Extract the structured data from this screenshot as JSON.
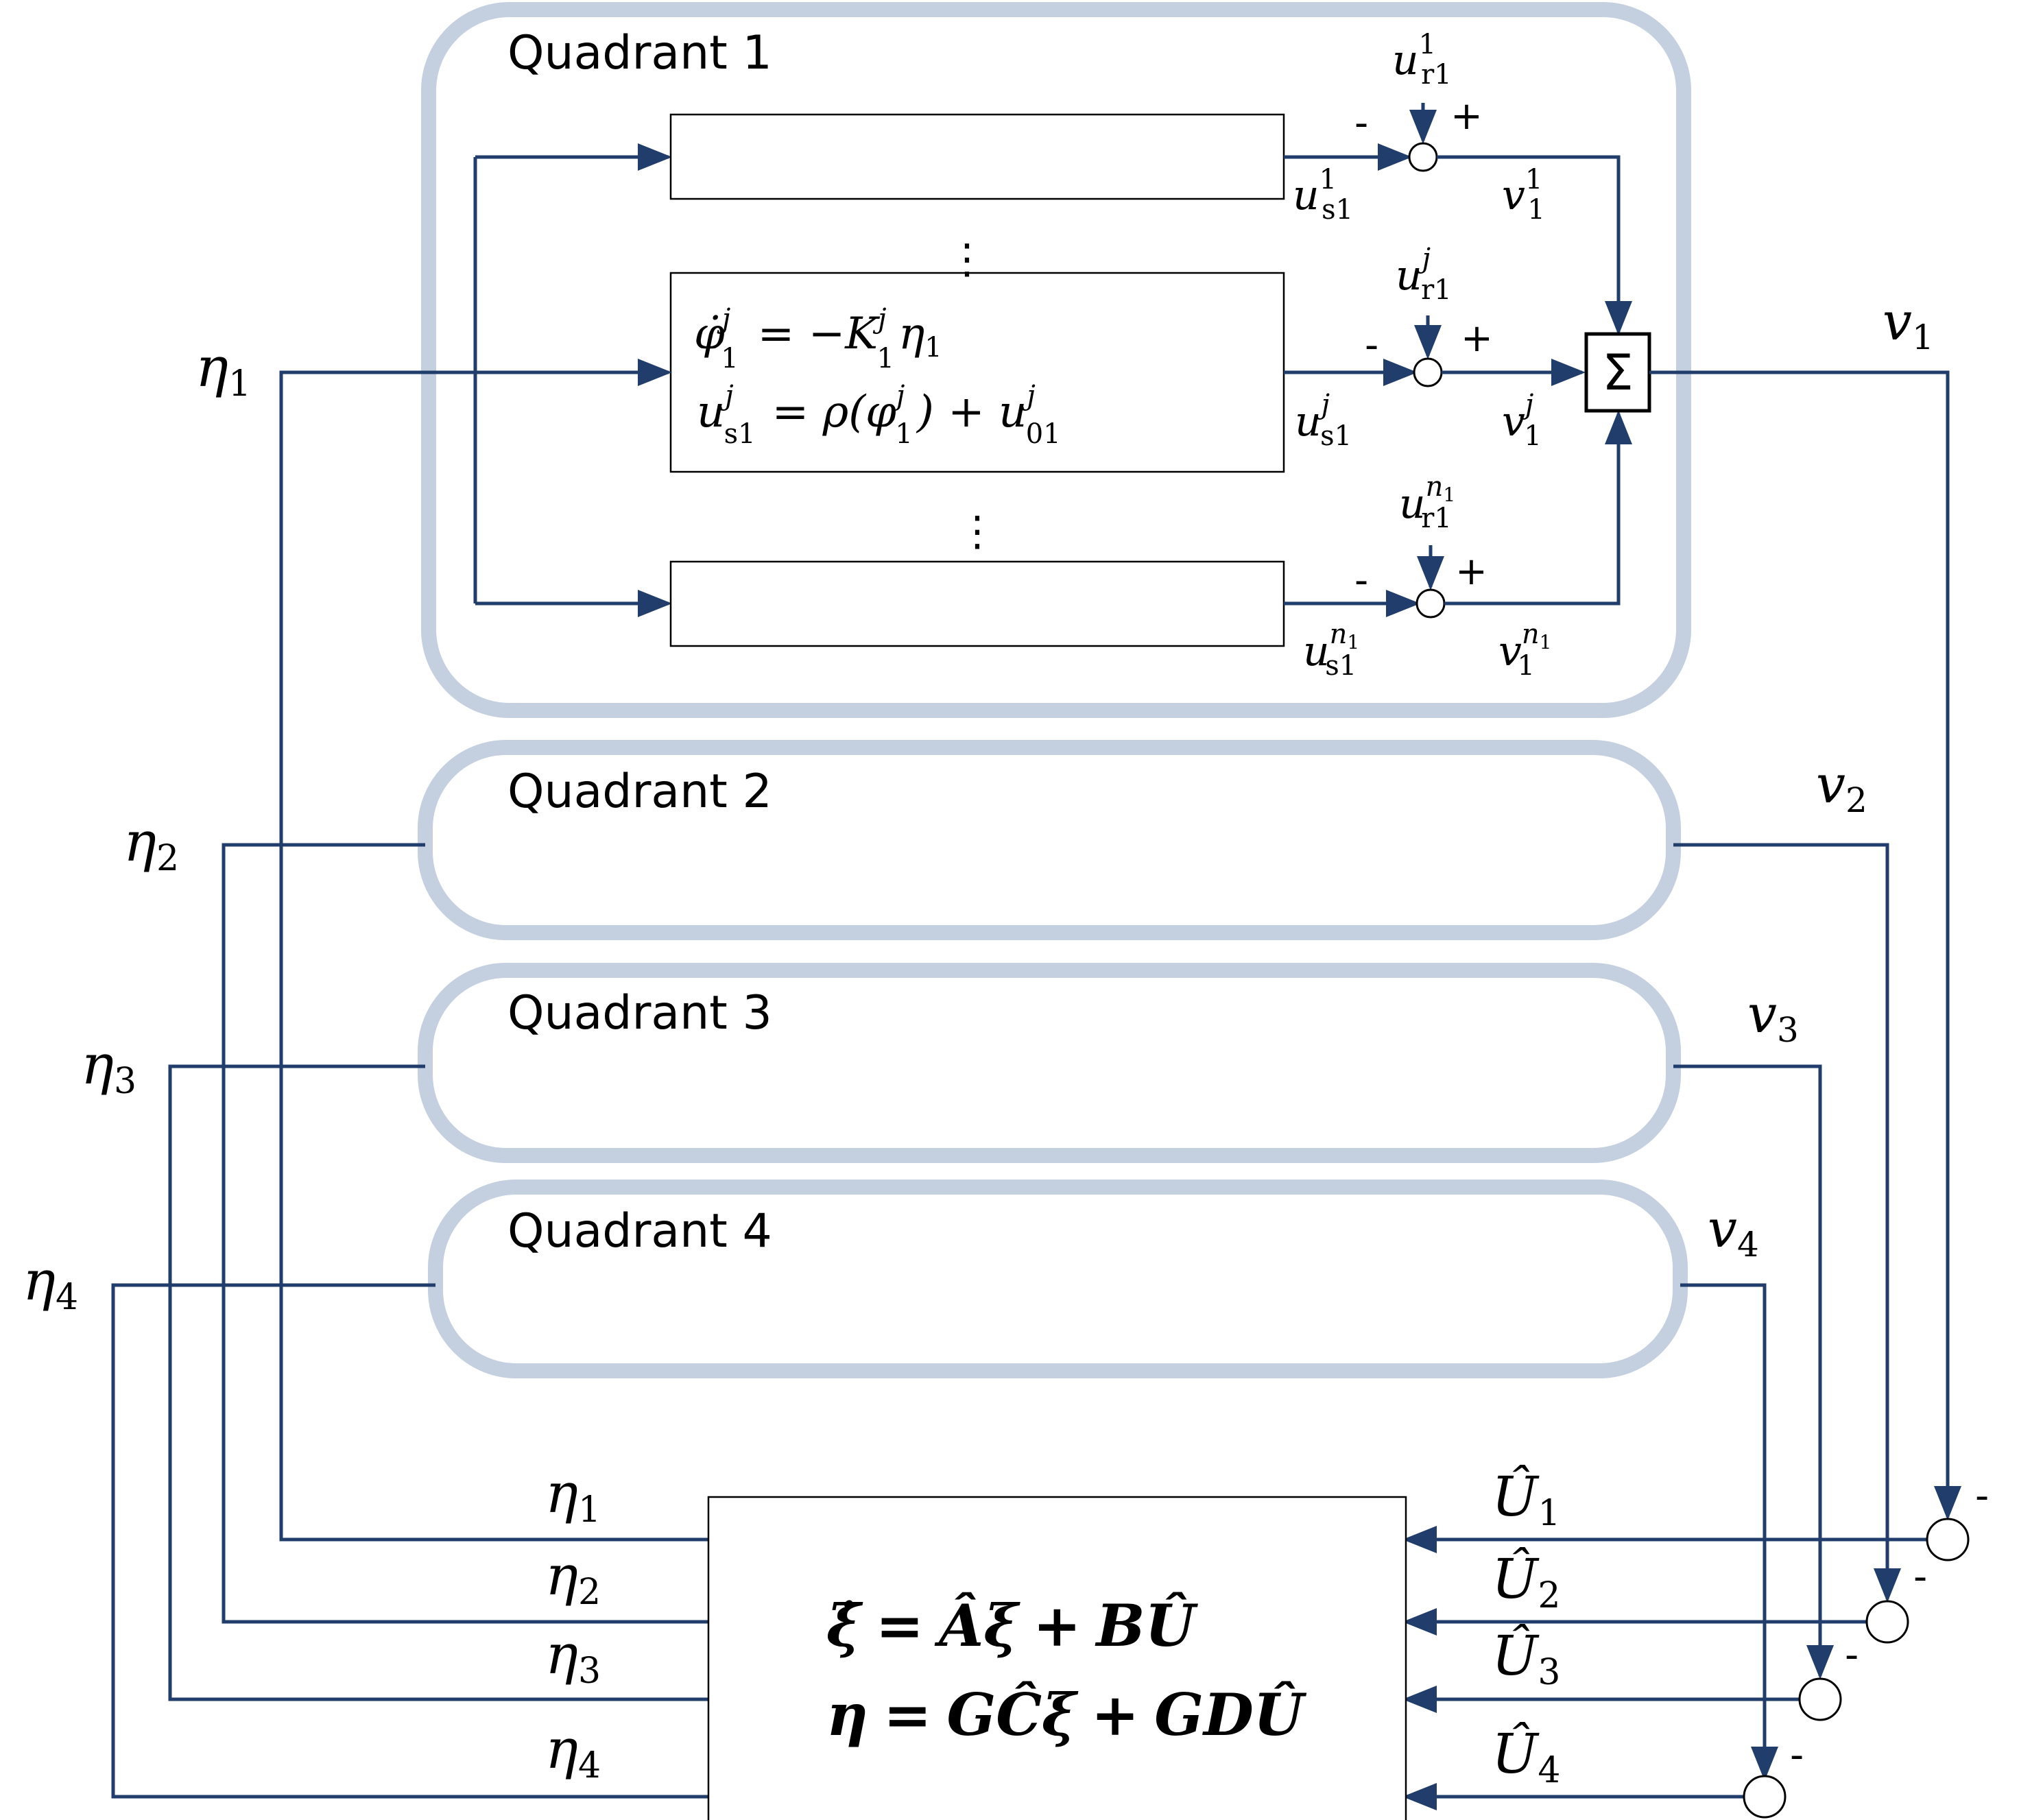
{
  "quadrants": [
    "Quadrant 1",
    "Quadrant 2",
    "Quadrant 3",
    "Quadrant 4"
  ],
  "q1": {
    "dots": "⋮",
    "eq1": {
      "lhs_base": "φ̇",
      "lhs_sub": "1",
      "lhs_sup": "j",
      "rel": "= −K",
      "k_sub": "1",
      "k_sup": "j",
      "tail_base": "η",
      "tail_sub": "1"
    },
    "eq2": {
      "lhs_base": "u",
      "lhs_sub": "s1",
      "lhs_sup": "j",
      "rel": "= ρ(φ",
      "phi_sub": "1",
      "phi_sup": "j",
      "mid": ") + u",
      "u0_sub": "01",
      "u0_sup": "j"
    },
    "sum_symbol": "Σ",
    "minus": "-",
    "plus": "+",
    "sym_u": "u",
    "sym_v": "v",
    "sub_r1": "r1",
    "sub_s1": "s1",
    "sub_1": "1",
    "sup_1": "1",
    "sup_j": "j",
    "sup_n": "n",
    "sup_n_sub": "1"
  },
  "eta_labels": [
    {
      "base": "η",
      "sub": "1"
    },
    {
      "base": "η",
      "sub": "2"
    },
    {
      "base": "η",
      "sub": "3"
    },
    {
      "base": "η",
      "sub": "4"
    }
  ],
  "v_labels": [
    {
      "base": "v",
      "sub": "1"
    },
    {
      "base": "v",
      "sub": "2"
    },
    {
      "base": "v",
      "sub": "3"
    },
    {
      "base": "v",
      "sub": "4"
    }
  ],
  "u_labels": [
    {
      "base": "Û",
      "sub": "1"
    },
    {
      "base": "Û",
      "sub": "2"
    },
    {
      "base": "Û",
      "sub": "3"
    },
    {
      "base": "Û",
      "sub": "4"
    }
  ],
  "plant": {
    "line1": {
      "lhs": "ξ̇",
      "eq": "=",
      "a": "Âξ",
      "plus": "+",
      "b": "BÛ"
    },
    "line2": {
      "lhs": "η",
      "eq": "=",
      "a": "GĈξ",
      "plus": "+",
      "b": "GDÛ"
    }
  },
  "summer_minus": "-"
}
